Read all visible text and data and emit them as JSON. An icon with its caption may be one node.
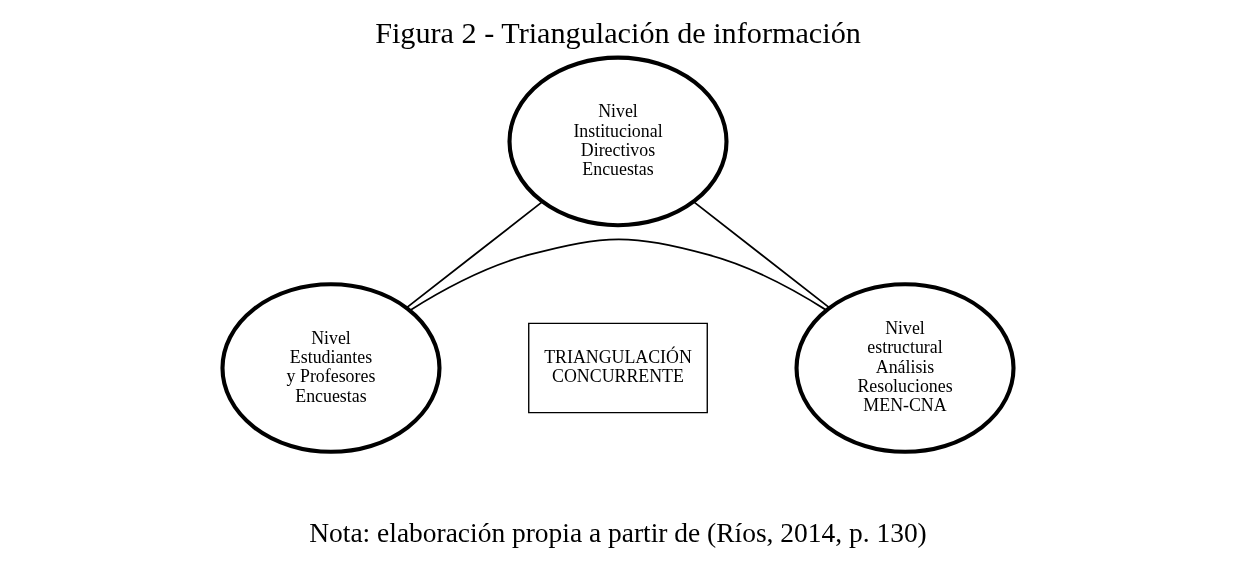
{
  "diagram": {
    "title": "Figura 2 - Triangulación de información",
    "caption": "Nota: elaboración propia a partir de (Ríos, 2014, p. 130)",
    "nodes": [
      {
        "text": [
          "Nivel Institucional Directivos Encuestas"
        ]
      },
      {
        "text": [
          "TRIANGULACIÓN CONCURRENTE"
        ]
      },
      {
        "text": [
          "Nivel Estudiantes y Profesores Encuestas"
        ]
      },
      {
        "text": [
          "Nivel estructural Análisis Resoluciones MEN-CNA"
        ]
      }
    ],
    "edges": [
      {
        "from": 0,
        "to": 2,
        "arrow": "none"
      },
      {
        "from": 0,
        "to": 3,
        "arrow": "none"
      },
      {
        "from": 2,
        "to": 3,
        "arrow": "none"
      }
    ]
  }
}
